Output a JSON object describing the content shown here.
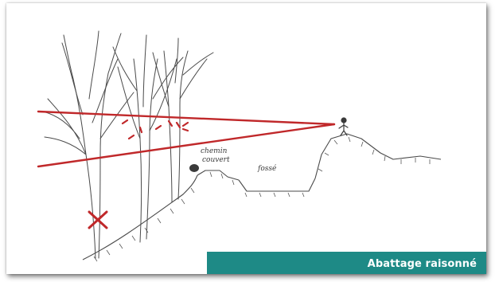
{
  "caption": "Abattage raisonné",
  "labels": {
    "chemin_line1": "chemin",
    "chemin_line2": "couvert",
    "fosse": "fossé"
  },
  "colors": {
    "caption_bg": "#1e8a86",
    "sight_line": "#c0282a",
    "pencil": "#4a4a4a"
  }
}
